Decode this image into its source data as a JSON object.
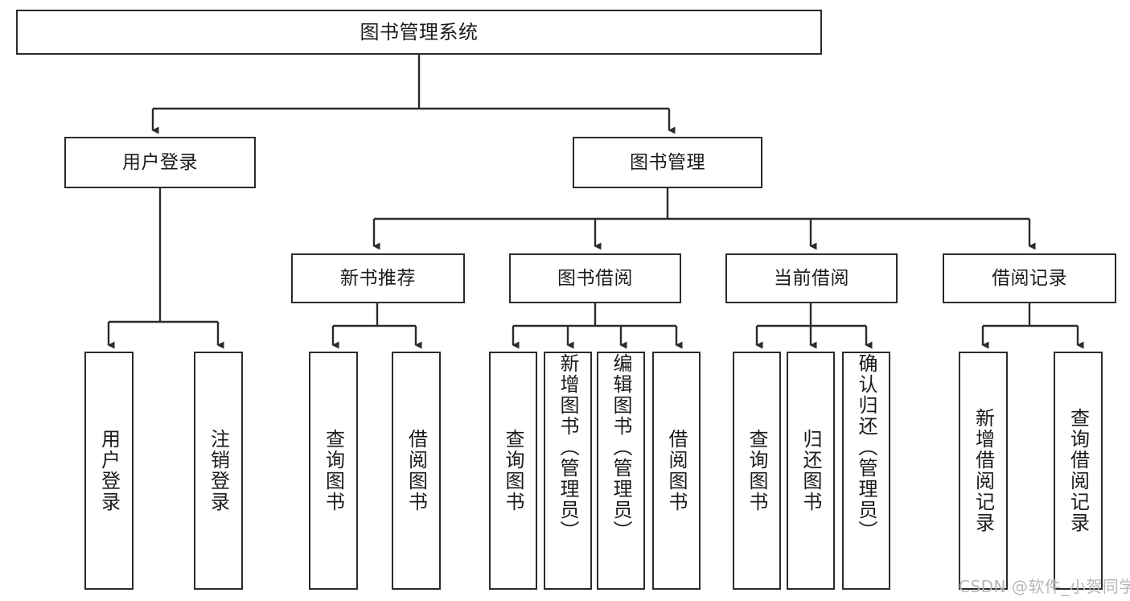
{
  "diagram": {
    "title": "图书管理系统",
    "type": "tree",
    "orientation": "top-down",
    "colors": {
      "box_border": "#2b2b2b",
      "box_fill": "#ffffff",
      "edge": "#2b2b2b",
      "text": "#1b1b1b",
      "watermark": "#b6b6b6",
      "background": "#ffffff"
    },
    "nodes": {
      "root": {
        "label": "图书管理系统"
      },
      "level1": [
        {
          "id": "user-login",
          "label": "用户登录"
        },
        {
          "id": "book-manage",
          "label": "图书管理"
        }
      ],
      "level2": [
        {
          "id": "new-book-rec",
          "label": "新书推荐"
        },
        {
          "id": "book-borrow",
          "label": "图书借阅"
        },
        {
          "id": "current-borrow",
          "label": "当前借阅"
        },
        {
          "id": "borrow-record",
          "label": "借阅记录"
        }
      ],
      "leaves": {
        "user_login": [
          {
            "id": "leaf-user-login",
            "label": "用户登录"
          },
          {
            "id": "leaf-user-logout",
            "label": "注销登录"
          }
        ],
        "new_book_rec": [
          {
            "id": "leaf-query-book-1",
            "label": "查询图书"
          },
          {
            "id": "leaf-borrow-book-1",
            "label": "借阅图书"
          }
        ],
        "book_borrow": [
          {
            "id": "leaf-query-book-2",
            "label": "查询图书"
          },
          {
            "id": "leaf-add-book",
            "label": "新增图书（管理员）"
          },
          {
            "id": "leaf-edit-book",
            "label": "编辑图书（管理员）"
          },
          {
            "id": "leaf-borrow-book-2",
            "label": "借阅图书"
          }
        ],
        "current_borrow": [
          {
            "id": "leaf-query-book-3",
            "label": "查询图书"
          },
          {
            "id": "leaf-return-book",
            "label": "归还图书"
          },
          {
            "id": "leaf-confirm-return",
            "label": "确认归还（管理员）"
          }
        ],
        "borrow_record": [
          {
            "id": "leaf-add-record",
            "label": "新增借阅记录"
          },
          {
            "id": "leaf-query-record",
            "label": "查询借阅记录"
          }
        ]
      }
    }
  },
  "watermark": {
    "text": "CSDN @软件_小贺同学"
  }
}
